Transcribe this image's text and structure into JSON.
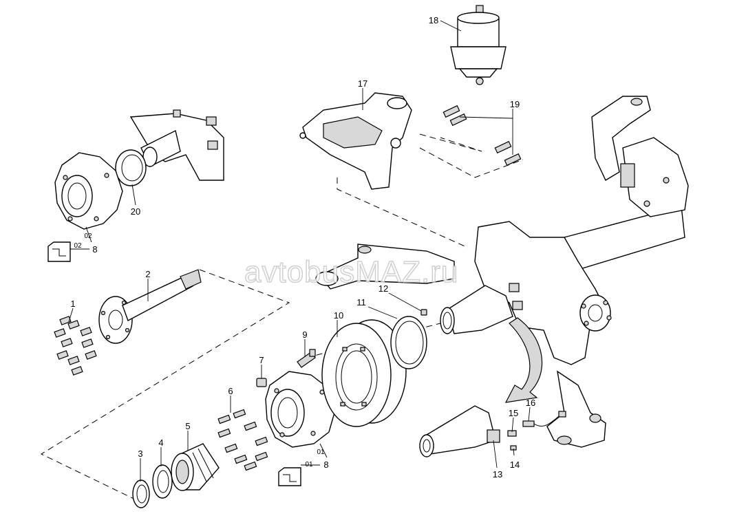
{
  "watermark": "avtobusMAZ.ru",
  "callouts": [
    {
      "id": "1",
      "text": "1"
    },
    {
      "id": "2",
      "text": "2"
    },
    {
      "id": "3",
      "text": "3"
    },
    {
      "id": "4",
      "text": "4"
    },
    {
      "id": "5",
      "text": "5"
    },
    {
      "id": "6",
      "text": "6"
    },
    {
      "id": "7",
      "text": "7"
    },
    {
      "id": "8a",
      "text": "8"
    },
    {
      "id": "8b",
      "text": "8"
    },
    {
      "id": "9",
      "text": "9"
    },
    {
      "id": "10",
      "text": "10"
    },
    {
      "id": "11",
      "text": "11"
    },
    {
      "id": "12",
      "text": "12"
    },
    {
      "id": "13",
      "text": "13"
    },
    {
      "id": "14",
      "text": "14"
    },
    {
      "id": "15",
      "text": "15"
    },
    {
      "id": "16",
      "text": "16"
    },
    {
      "id": "17",
      "text": "17"
    },
    {
      "id": "18",
      "text": "18"
    },
    {
      "id": "19",
      "text": "19"
    },
    {
      "id": "20",
      "text": "20"
    }
  ],
  "variants": {
    "hub_top": "02",
    "hub_bottom": "01"
  }
}
